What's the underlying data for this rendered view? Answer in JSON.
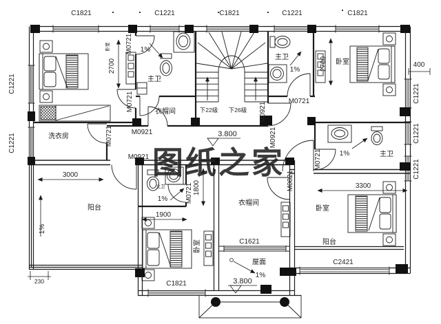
{
  "watermark": {
    "text": "图纸之家",
    "color": "#d6352b"
  },
  "rooms": {
    "bedroom": "卧室",
    "master_bath": "主卫",
    "closet": "衣帽间",
    "laundry": "洗衣房",
    "balcony": "阳台",
    "roof": "屋面"
  },
  "windows": {
    "c1821": "C1821",
    "c1221": "C1221",
    "c1621": "C1621",
    "c2421": "C2421"
  },
  "doors": {
    "m0721": "M0721",
    "m0921": "M0921",
    "m0821": "M0821"
  },
  "stairs": {
    "down22": "下22级",
    "down26": "下26级"
  },
  "dims": {
    "d2700": "2700",
    "d400": "400",
    "d3000": "3000",
    "d3300": "3300",
    "d1900": "1900",
    "d1800": "1800",
    "d230": "230"
  },
  "levels": {
    "floor": "3.800"
  },
  "slopes": {
    "pct": "1%"
  }
}
